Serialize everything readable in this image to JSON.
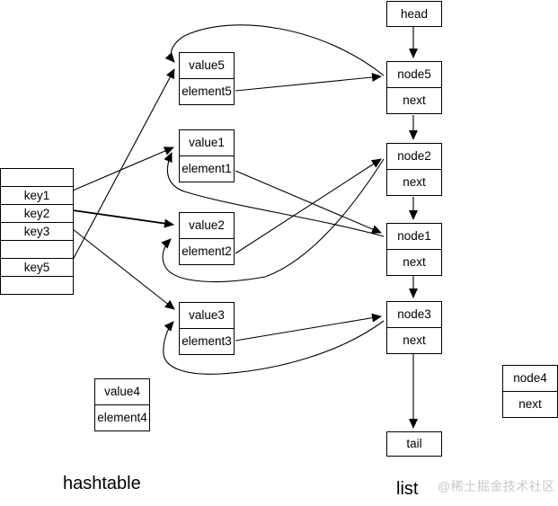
{
  "colors": {
    "background": "#ffffff",
    "line": "#000000",
    "watermark": "#c8c8c8"
  },
  "captions": {
    "hashtable": "hashtable",
    "list": "list"
  },
  "watermark": "@稀土掘金技术社区",
  "hashtable": {
    "rows": [
      "",
      "key1",
      "key2",
      "key3",
      "",
      "key5",
      ""
    ]
  },
  "value_boxes": [
    {
      "id": "value5",
      "value": "value5",
      "element": "element5"
    },
    {
      "id": "value1",
      "value": "value1",
      "element": "element1"
    },
    {
      "id": "value2",
      "value": "value2",
      "element": "element2"
    },
    {
      "id": "value3",
      "value": "value3",
      "element": "element3"
    },
    {
      "id": "value4",
      "value": "value4",
      "element": "element4"
    }
  ],
  "list_nodes": [
    {
      "id": "head",
      "label": "head"
    },
    {
      "id": "node5",
      "label": "node5",
      "next": "next"
    },
    {
      "id": "node2",
      "label": "node2",
      "next": "next"
    },
    {
      "id": "node1",
      "label": "node1",
      "next": "next"
    },
    {
      "id": "node3",
      "label": "node3",
      "next": "next"
    },
    {
      "id": "tail",
      "label": "tail"
    },
    {
      "id": "node4",
      "label": "node4",
      "next": "next"
    }
  ],
  "edges": [
    {
      "from": "key1",
      "to": "value1"
    },
    {
      "from": "key2",
      "to": "value2"
    },
    {
      "from": "key3",
      "to": "value3"
    },
    {
      "from": "key5",
      "to": "value5"
    },
    {
      "from": "element5",
      "to": "node5"
    },
    {
      "from": "element1",
      "to": "node1"
    },
    {
      "from": "element2",
      "to": "node2"
    },
    {
      "from": "element3",
      "to": "node3"
    },
    {
      "from": "node5",
      "to": "value5"
    },
    {
      "from": "node1",
      "to": "value1"
    },
    {
      "from": "node2",
      "to": "value2"
    },
    {
      "from": "node3",
      "to": "value3"
    },
    {
      "from": "head",
      "to": "node5"
    },
    {
      "from": "node5",
      "to": "node2"
    },
    {
      "from": "node2",
      "to": "node1"
    },
    {
      "from": "node1",
      "to": "node3"
    },
    {
      "from": "node3",
      "to": "tail"
    }
  ]
}
